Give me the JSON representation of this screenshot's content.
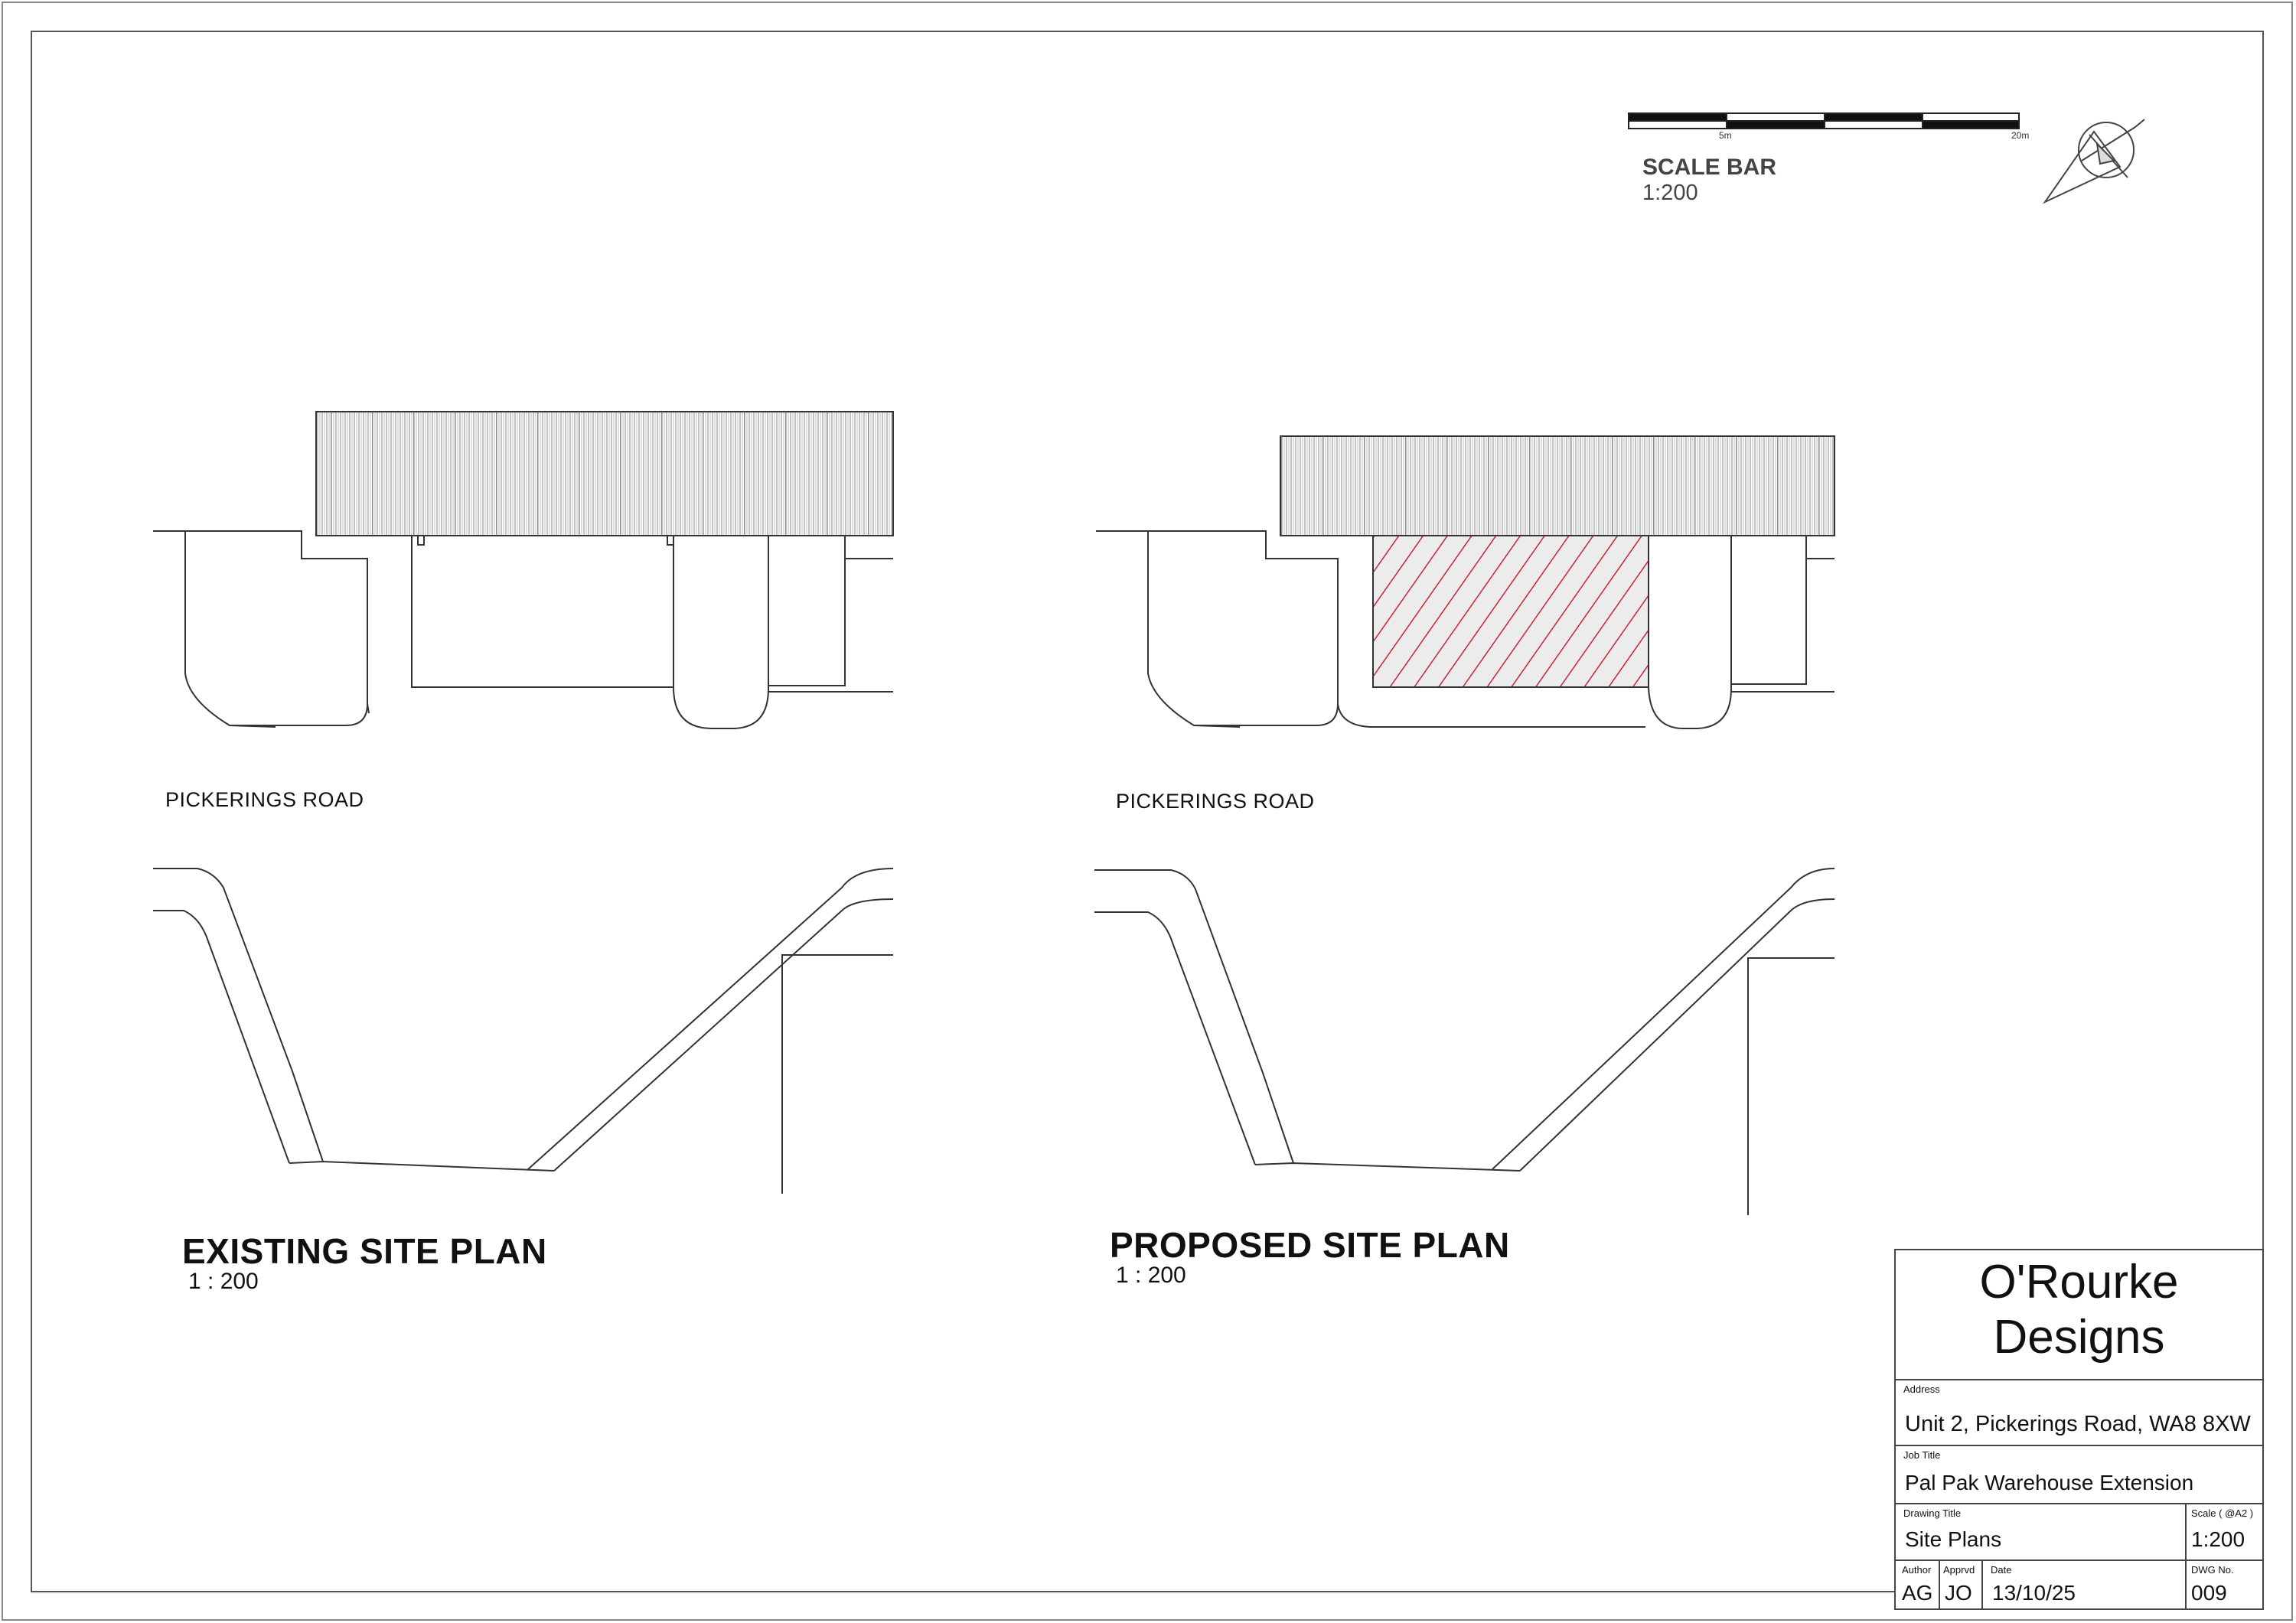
{
  "scale_bar": {
    "title": "SCALE BAR",
    "scale": "1:200",
    "tick_labels": [
      "5m",
      "20m"
    ]
  },
  "existing_plan": {
    "road_label": "PICKERINGS ROAD",
    "title": "EXISTING SITE PLAN",
    "scale": "1 : 200"
  },
  "proposed_plan": {
    "road_label": "PICKERINGS ROAD",
    "title": "PROPOSED SITE PLAN",
    "scale": "1 : 200"
  },
  "colors": {
    "linework": "#333333",
    "roof_hatch": "#9a9a9a",
    "extension_hatch": "#cc2233"
  },
  "title_block": {
    "company": [
      "O'Rourke",
      "Designs"
    ],
    "address_caption": "Address",
    "address": "Unit 2, Pickerings Road, WA8 8XW",
    "job_caption": "Job Title",
    "job_title": "Pal Pak Warehouse Extension",
    "drawing_caption": "Drawing Title",
    "drawing_title": "Site Plans",
    "scale_caption": "Scale ( @A2 )",
    "scale": "1:200",
    "author_caption": "Author",
    "author": "AG",
    "approved_caption": "Apprvd",
    "approved": "JO",
    "date_caption": "Date",
    "date": "13/10/25",
    "dwg_caption": "DWG No.",
    "dwg_no": "009"
  }
}
